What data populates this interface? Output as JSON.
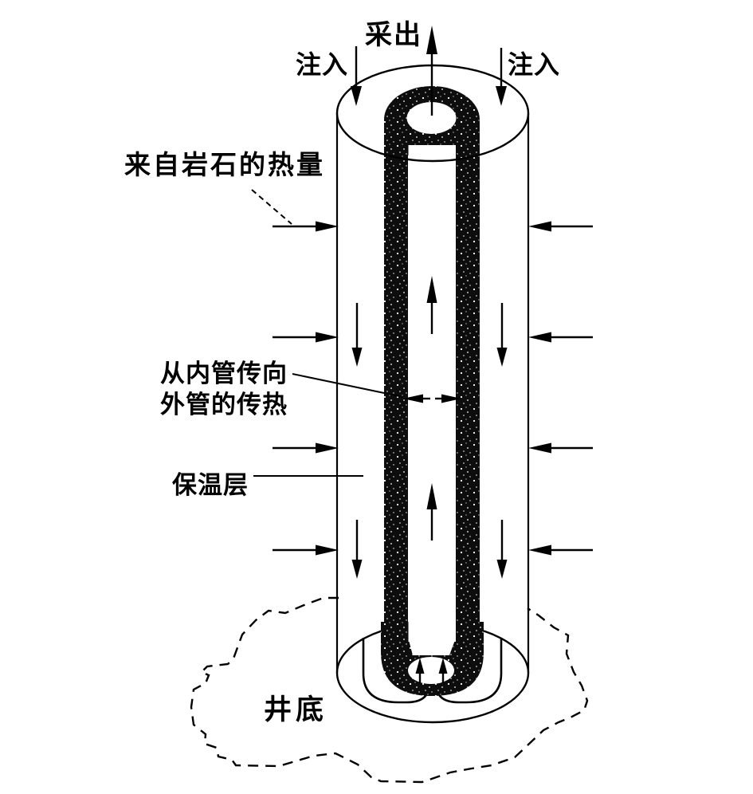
{
  "figure": {
    "type": "coaxial-borehole-heat-exchanger-schematic",
    "background_color": "#ffffff",
    "line_color": "#000000",
    "pipe_wall_color": "#0d0d0d"
  },
  "labels": {
    "produced": "采出",
    "inject_left": "注入",
    "inject_right": "注入",
    "heat_from_rock": "来自岩石的热量",
    "transfer_line1": "从内管传向",
    "transfer_line2": "外管的传热",
    "insulation": "保温层",
    "well_bottom": "井底"
  },
  "icons": {
    "produced_flow": "up-arrow",
    "injected_flow": "down-arrow",
    "rock_heat_flow": "inward-horizontal-arrows",
    "annulus_flow": "down-arrows",
    "inner_pipe_flow": "up-arrows",
    "inner_to_outer_heat": "outward-horizontal-arrows",
    "bottom_inlet_flow": "up-arrows",
    "rock_zone_outline": "dashed-irregular-boundary"
  }
}
